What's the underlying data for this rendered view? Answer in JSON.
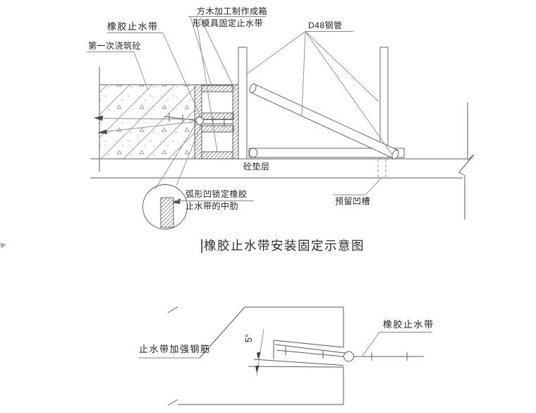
{
  "title": {
    "text": "橡胶止水带安装固定示意图"
  },
  "colors": {
    "line": "#5a5a5a",
    "leader": "#8a8a8a",
    "text": "#1f1f1f",
    "angle_text": "#46517c",
    "background": "#ffffff"
  },
  "top_diagram": {
    "labels": {
      "rubber_waterstop": "橡胶止水带",
      "formwork_line1": "方木加工制作成箱",
      "formwork_line2": "形模具固定止水带",
      "first_pour": "第一次浇筑砼",
      "steel_pipe": "D48钢管",
      "cushion": "砼垫层",
      "reserved_groove": "预留凹槽",
      "midrib_line1": "弧形凹锁定橡胶",
      "midrib_line2": "止水带的中肋"
    }
  },
  "bottom_diagram": {
    "labels": {
      "reinforcement": "止水带加强钢筋",
      "angle": "5°",
      "rubber_waterstop": "橡胶止水带"
    }
  }
}
